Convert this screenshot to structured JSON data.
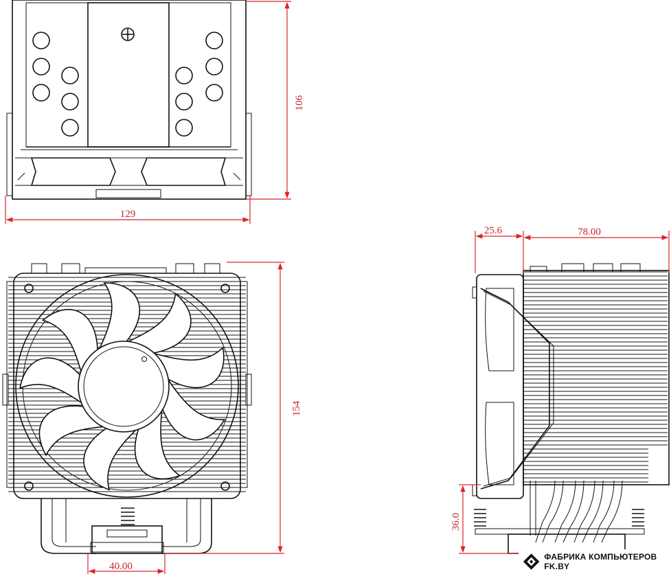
{
  "dimensions": {
    "top_height": "106",
    "top_width": "129",
    "front_height": "154",
    "front_base_width": "40.00",
    "side_fan_depth": "25.6",
    "side_fin_depth": "78.00",
    "side_base_height": "36.0"
  },
  "watermark": {
    "text": "ФАБРИКА КОМПЬЮТЕРОВ FK.BY"
  },
  "colors": {
    "dimension": "#d9252b",
    "line": "#111111",
    "background": "#ffffff"
  }
}
